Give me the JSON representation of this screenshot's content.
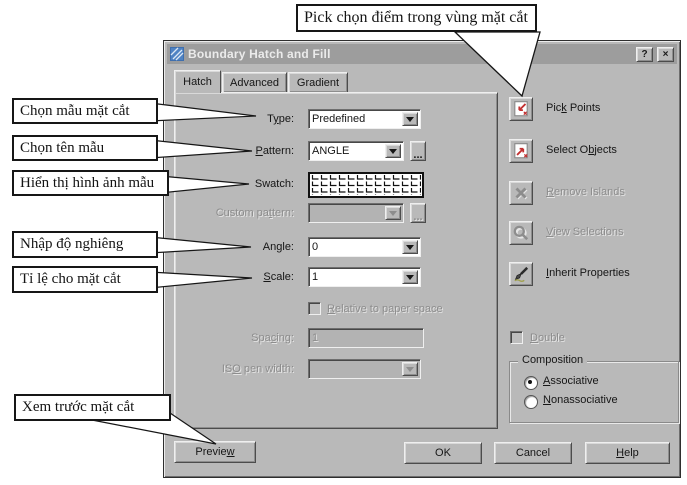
{
  "annotations": {
    "top": "Pick chọn điểm trong vùng mặt cắt",
    "left": [
      "Chọn mẫu mặt cắt",
      "Chọn tên mẫu",
      "Hiển thị hình ảnh mẫu",
      "Nhập độ nghiêng",
      "Tỉ lệ cho mặt cắt",
      "Xem trước mặt cắt"
    ]
  },
  "dialog": {
    "title": "Boundary Hatch and Fill",
    "titlebar": {
      "help": "?",
      "close": "×"
    },
    "tabs": [
      {
        "label": "Hatch",
        "active": true
      },
      {
        "label": "Advanced",
        "active": false
      },
      {
        "label": "Gradient",
        "active": false
      }
    ],
    "fields": {
      "type": {
        "label": "T_ype:",
        "value": "Predefined"
      },
      "pattern": {
        "label": "_Pattern:",
        "value": "ANGLE",
        "more": "..."
      },
      "swatch": {
        "label": "Swatch:"
      },
      "custom_pattern": {
        "label": "Custom pa_ttern:",
        "value": "",
        "more": "..."
      },
      "angle": {
        "label": "An_gle:",
        "value": "0"
      },
      "scale": {
        "label": "_Scale:",
        "value": "1"
      },
      "relative": {
        "label": "_Relative to paper space",
        "checked": false
      },
      "spacing": {
        "label": "Spa_cing:",
        "value": "1"
      },
      "iso_pen_width": {
        "label": "IS_O pen width:",
        "value": ""
      }
    },
    "actions": [
      {
        "label": "Pic_k Points",
        "icon": "pick-points-icon",
        "enabled": true
      },
      {
        "label": "Select O_bjects",
        "icon": "select-objects-icon",
        "enabled": true
      },
      {
        "label": "_Remove Islands",
        "icon": "remove-islands-icon",
        "enabled": false
      },
      {
        "label": "_View Selections",
        "icon": "view-selections-icon",
        "enabled": false
      },
      {
        "label": "_Inherit Properties",
        "icon": "inherit-properties-icon",
        "enabled": true
      }
    ],
    "double": {
      "label": "_Double",
      "checked": false
    },
    "composition": {
      "legend": "Composition",
      "options": [
        {
          "label": "_Associative",
          "selected": true
        },
        {
          "label": "_Nonassociative",
          "selected": false
        }
      ]
    },
    "buttons": {
      "preview": "Previe_w",
      "ok": "OK",
      "cancel": "Cancel",
      "help": "_Help"
    }
  },
  "colors": {
    "dialog_face": "#b9b9b9",
    "titlebar": "#9d9d9d",
    "note_border": "#161616",
    "icon_red": "#c23030",
    "icon_blue": "#3f6fae",
    "disabled": "#8d8d8d"
  }
}
